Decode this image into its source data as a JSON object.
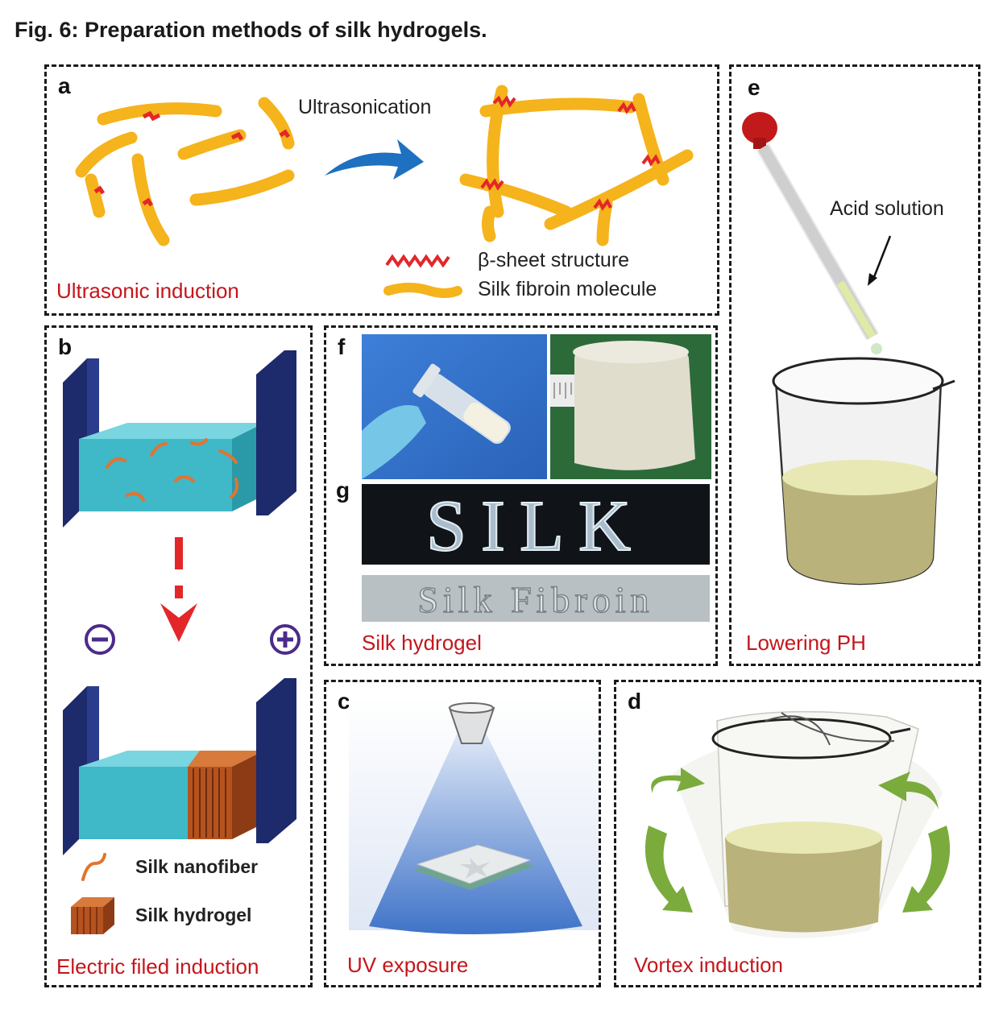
{
  "title": "Fig. 6: Preparation methods of silk hydrogels.",
  "panels": {
    "a": {
      "letter": "a",
      "caption": "Ultrasonic induction",
      "arrow_label": "Ultrasonication",
      "legend": {
        "beta_sheet": "β-sheet structure",
        "fibroin": "Silk fibroin molecule"
      }
    },
    "b": {
      "letter": "b",
      "caption": "Electric filed induction",
      "legend": {
        "nanofiber": "Silk nanofiber",
        "hydrogel": "Silk hydrogel"
      }
    },
    "c": {
      "letter": "c",
      "caption": "UV exposure"
    },
    "d": {
      "letter": "d",
      "caption": "Vortex induction"
    },
    "e": {
      "letter": "e",
      "caption": "Lowering PH",
      "acid_label": "Acid solution"
    },
    "f": {
      "letter": "f"
    },
    "g": {
      "letter": "g",
      "word1": "SILK",
      "word2": "Silk Fibroin",
      "caption": "Silk hydrogel"
    }
  },
  "colors": {
    "fibroin": "#f5b31c",
    "beta": "#e3262a",
    "accent_red": "#c4161c",
    "navy": "#1d2a6b",
    "gel": "#3fb8c8"
  }
}
